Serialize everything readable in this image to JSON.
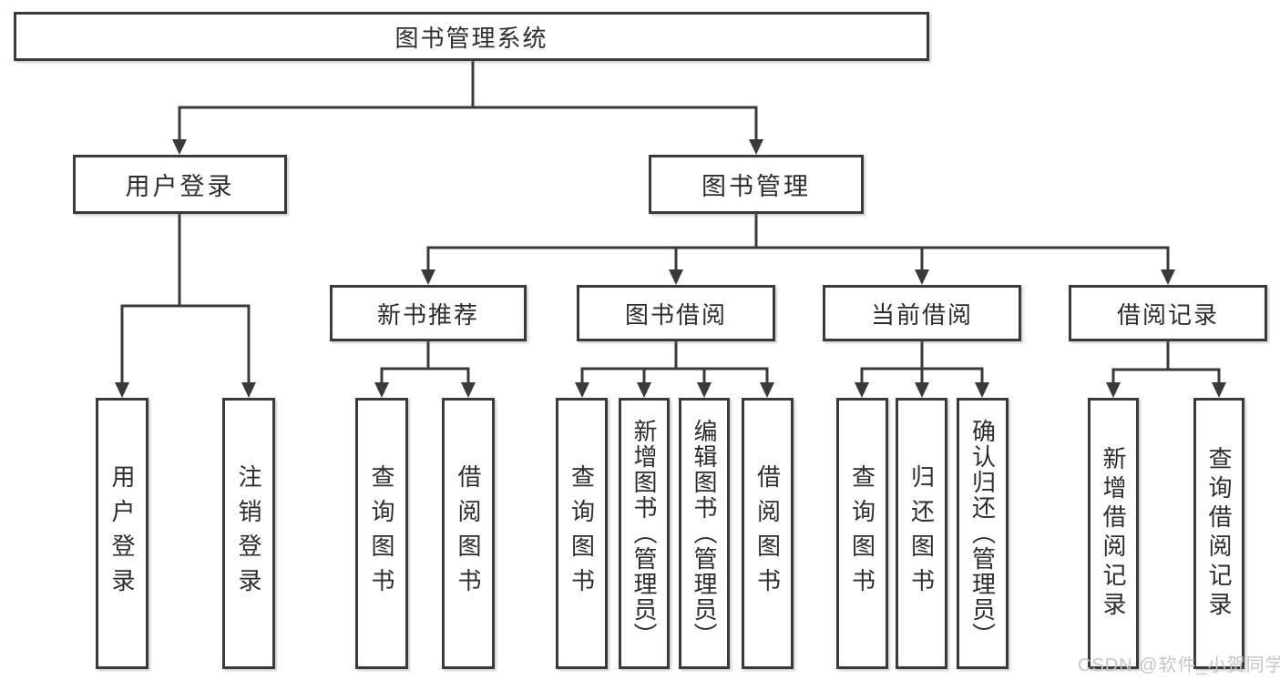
{
  "diagram": {
    "type": "hierarchy-tree",
    "title": "图书管理系统",
    "nodes": {
      "root": "图书管理系统",
      "user_login": "用户登录",
      "book_mgmt": "图书管理",
      "login_leaf": "用户登录",
      "logout_leaf": "注销登录",
      "new_books": "新书推荐",
      "book_borrow": "图书借阅",
      "current_borrow": "当前借阅",
      "borrow_records": "借阅记录",
      "nb_query": "查询图书",
      "nb_borrow": "借阅图书",
      "bb_query": "查询图书",
      "bb_add": "新增图书（管理员）",
      "bb_edit": "编辑图书（管理员）",
      "bb_borrow": "借阅图书",
      "cb_query": "查询图书",
      "cb_return": "归还图书",
      "cb_confirm": "确认归还（管理员）",
      "br_add": "新增借阅记录",
      "br_query": "查询借阅记录"
    },
    "hierarchy": {
      "图书管理系统": {
        "用户登录": [
          "用户登录",
          "注销登录"
        ],
        "图书管理": {
          "新书推荐": [
            "查询图书",
            "借阅图书"
          ],
          "图书借阅": [
            "查询图书",
            "新增图书（管理员）",
            "编辑图书（管理员）",
            "借阅图书"
          ],
          "当前借阅": [
            "查询图书",
            "归还图书",
            "确认归还（管理员）"
          ],
          "借阅记录": [
            "新增借阅记录",
            "查询借阅记录"
          ]
        }
      }
    },
    "colors": {
      "line": "#3a3a3a",
      "box_border": "#3a3a3a",
      "box_fill": "#ffffff",
      "text": "#2d2d2d",
      "watermark": "#c3c3c3",
      "background": "#ffffff"
    }
  },
  "watermark": {
    "text": "CSDN @软件_小贺同学"
  }
}
